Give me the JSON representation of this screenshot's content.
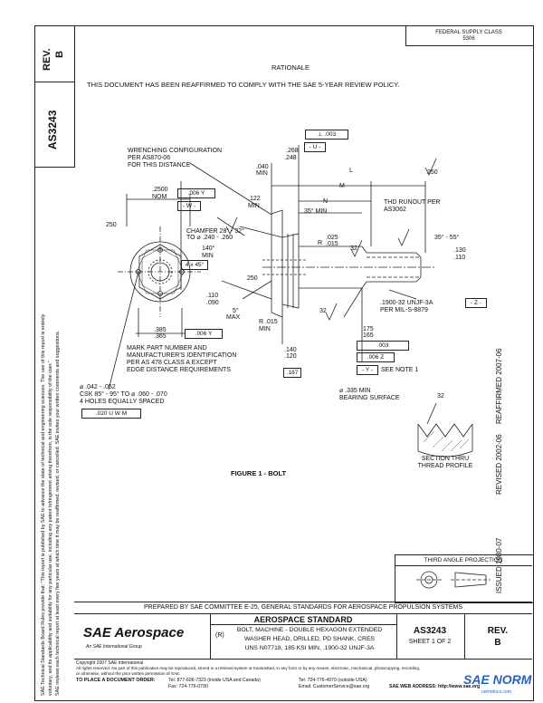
{
  "header": {
    "rev_label": "REV.",
    "rev_value": "B",
    "doc_number": "AS3243",
    "federal_supply_class_label": "FEDERAL SUPPLY CLASS",
    "federal_supply_class_value": "5306"
  },
  "rationale": {
    "title": "RATIONALE",
    "text": "THIS DOCUMENT HAS BEEN REAFFIRMED TO COMPLY WITH THE SAE 5-YEAR REVIEW POLICY."
  },
  "legal_notice": {
    "line1": "SAE Technical Standards Board Rules provide that: \"This report is published by SAE to advance the state of technical and engineering sciences. The use of this report is entirely",
    "line2": "voluntary, and its applicability and suitability for any particular use, including any patent infringement arising therefrom, is the sole responsibility of the user.\"",
    "line3": "SAE reviews each technical report at least every five years at which time it may be reaffirmed, revised, or cancelled. SAE invites your written comments and suggestions."
  },
  "drawing": {
    "labels": {
      "wrench_config": "WRENCHING CONFIGURATION",
      "per_as": "PER AS870-06",
      "for_this": "FOR THIS DISTANCE",
      "d2500": ".2500",
      "nom": "NOM",
      "tol006y": ".006",
      "y_ref": "Y",
      "w_ref": "- W -",
      "d040": ".040",
      "min1": "MIN",
      "d268": ".268",
      "d248": ".248",
      "u_ref": "- U -",
      "tol003": ".003",
      "perp": "⊥",
      "l_ref": "L",
      "d250a": "250",
      "m_ref": "M",
      "n_ref": "N",
      "d122": ".122",
      "min2": "MIN",
      "deg35": "35° MIN",
      "thd_runout": "THD RUNOUT PER",
      "as3062": "AS3062",
      "d250b": "250",
      "chamfer": "CHAMFER 28° - 32°",
      "chamfer2": "TO ⌀ .240 - .260",
      "d140": "140°",
      "min3": "MIN",
      "r_ref": "R",
      "d025": ".025",
      "d015": ".015",
      "d32a": "32",
      "deg3555": "35° - 55°",
      "d130": ".130",
      "d110": ".110",
      "d4x45": "4 x 45°",
      "d250c": "250",
      "d110b": ".110",
      "d090": ".090",
      "deg5": "5°",
      "max1": "MAX",
      "thread": ".1900-32 UNJF-3A",
      "permil": "PER MIL-S-8879",
      "z_ref": "- Z -",
      "d365": ".385",
      "d365b": ".365",
      "tol006yb": ".006",
      "r015": "R .015",
      "min4": "MIN",
      "d32b": "32",
      "d175": ".175",
      "d165": ".165",
      "tol003s": ".003",
      "tol006z": ".006",
      "z2": "Z",
      "y2": "- Y -",
      "see_note": "SEE NOTE 1",
      "mark_part": "MARK PART NUMBER AND",
      "mfr_id": "MANUFACTURER'S IDENTIFICATION",
      "per_as478": "PER AS 478 CLASS A EXCEPT",
      "edge_dist": "EDGE DISTANCE REQUIREMENTS",
      "d140b": ".140",
      "d120": ".120",
      "d187": ".187",
      "d335": "⌀ .335 MIN",
      "bearing": "BEARING SURFACE",
      "hole1": "⌀ .042 - .052",
      "hole2": "CSK 85° - 95° TO ⌀ .060 - .070",
      "hole3": "4 HOLES EQUALLY SPACED",
      "tol020": ".020",
      "u2": "U",
      "w2": "W",
      "m_circ": "M",
      "d32c": "32",
      "section": "SECTION THRU",
      "thread_profile": "THREAD PROFILE",
      "figure": "FIGURE 1 - BOLT"
    }
  },
  "side_dates": {
    "issued": "ISSUED 1980-07",
    "revised": "REVISED 2002-06",
    "reaffirmed": "REAFFIRMED 2007-06"
  },
  "projection": {
    "label": "THIRD ANGLE PROJECTION"
  },
  "title_block": {
    "prepared_by": "PREPARED BY SAE COMMITTEE E-25, GENERAL STANDARDS FOR AEROSPACE PROPULSION SYSTEMS",
    "logo_text": "SAE Aerospace",
    "logo_sub": "An SAE International Group",
    "standard_title": "AEROSPACE STANDARD",
    "r_mark": "(R)",
    "desc1": "BOLT, MACHINE - DOUBLE HEXAGON EXTENDED",
    "desc2": "WASHER HEAD, DRILLED, PD SHANK, CRES",
    "desc3": "UNS N07718, 185 KSI MIN, .1900-32 UNJF-3A",
    "doc": "AS3243",
    "sheet": "SHEET 1 OF 2",
    "rev_label": "REV.",
    "rev_value": "B"
  },
  "footer": {
    "copyright": "Copyright 2007 SAE International",
    "rights": "All rights reserved. No part of this publication may be reproduced, stored in a retrieval system or transmitted, in any form or by any means, electronic, mechanical, photocopying, recording,",
    "rights2": "or otherwise, without the prior written permission of SAE.",
    "order": "TO PLACE A DOCUMENT ORDER:",
    "tel1": "Tel: 877-606-7323 (inside USA and Canada)",
    "tel2": "Tel: 724-776-4970 (outside USA)",
    "fax": "Fax: 724-776-0790",
    "email": "Email: CustomerService@sae.org",
    "web": "SAE WEB ADDRESS: http://www.sae.org"
  },
  "watermark": {
    "text": "SAE NORM",
    "sub": "normdocs.com"
  }
}
